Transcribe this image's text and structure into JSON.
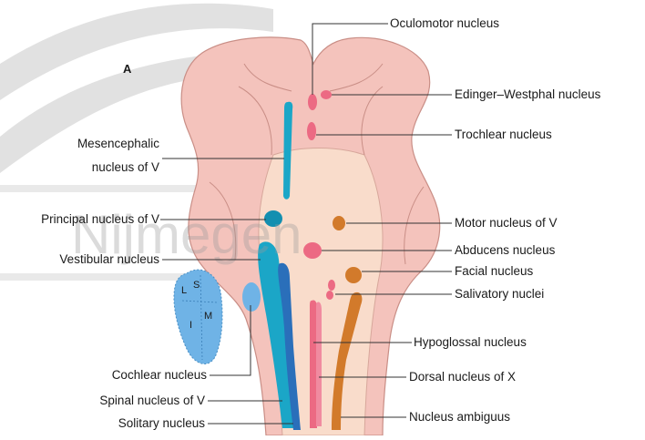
{
  "panel_letter": "A",
  "watermark": {
    "text": "Nijmegen"
  },
  "colors": {
    "brainstem": "#f4c3bc",
    "brainstem_outline": "#c98e86",
    "core": "#f9dccb",
    "cyan": "#1ba6c7",
    "dark_cyan": "#138fb0",
    "blue": "#2a6fba",
    "pink": "#ec6a83",
    "orange": "#d27a2b",
    "light_blue": "#6fb3e6"
  },
  "labels_right": {
    "oculomotor": "Oculomotor nucleus",
    "edinger": "Edinger–Westphal nucleus",
    "trochlear": "Trochlear nucleus",
    "motor_v": "Motor nucleus of V",
    "abducens": "Abducens nucleus",
    "facial": "Facial nucleus",
    "salivatory": "Salivatory nuclei",
    "hypoglossal": "Hypoglossal nucleus",
    "dorsal_x": "Dorsal nucleus of X",
    "ambiguus": "Nucleus ambiguus"
  },
  "labels_left": {
    "mesencephalic_line1": "Mesencephalic",
    "mesencephalic_line2": "nucleus of V",
    "principal_v": "Principal nucleus of V",
    "vestibular": "Vestibular nucleus",
    "cochlear": "Cochlear nucleus",
    "spinal_v": "Spinal nucleus of V",
    "solitary": "Solitary nucleus"
  },
  "vestibular_subnuclei": {
    "l": "L",
    "s": "S",
    "i": "I",
    "m": "M"
  }
}
